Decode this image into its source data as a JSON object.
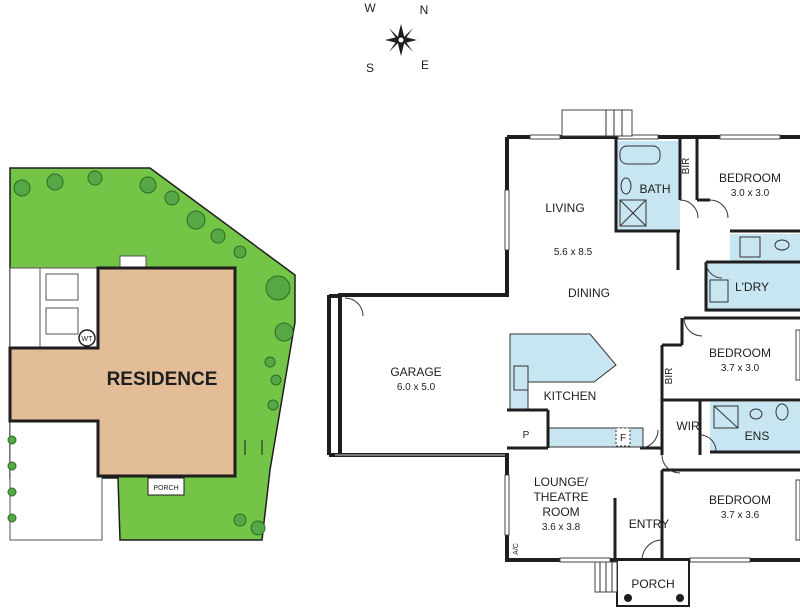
{
  "compass": {
    "w": "W",
    "n": "N",
    "s": "S",
    "e": "E"
  },
  "site": {
    "residence": "RESIDENCE",
    "porch": "PORCH",
    "wt": "WT",
    "colors": {
      "lawn": "#74c447",
      "house": "#e3bd97",
      "paving": "#ffffff"
    }
  },
  "rooms": {
    "living": "LIVING",
    "living_dining_size": "5.6 x 8.5",
    "dining": "DINING",
    "bath": "BATH",
    "bir1": "BIR",
    "bedroom1": "BEDROOM",
    "bedroom1_size": "3.0 x 3.0",
    "laundry": "L'DRY",
    "bedroom2": "BEDROOM",
    "bedroom2_size": "3.7 x 3.0",
    "bir2": "BIR",
    "garage": "GARAGE",
    "garage_size": "6.0 x 5.0",
    "kitchen": "KITCHEN",
    "pantry": "P",
    "fridge": "F",
    "wir": "WIR",
    "ensuite": "ENS",
    "lounge": "LOUNGE/",
    "theatre": "THEATRE",
    "room": "ROOM",
    "lounge_size": "3.6 x 3.8",
    "ac": "A/C",
    "entry": "ENTRY",
    "bedroom3": "BEDROOM",
    "bedroom3_size": "3.7 x 3.6",
    "porch": "PORCH"
  },
  "colors": {
    "wet_area": "#c8e6f2",
    "walls": "#1e1e1e"
  }
}
